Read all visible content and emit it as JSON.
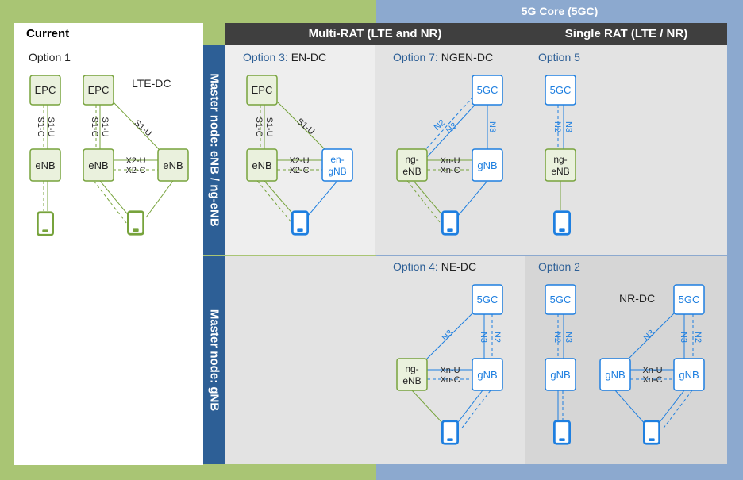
{
  "colors": {
    "lte_green": "#77A33C",
    "lte_fill": "#EAF1DD",
    "nr_blue": "#1E7FE0",
    "nr_text": "#1E7FE0",
    "green_frame": "#A9C574",
    "blue_frame": "#8CA9CF",
    "dark_header": "#3F3F3F",
    "side_header": "#2D5F96",
    "panel_a": "#EEEEEE",
    "panel_b": "#E3E3E3",
    "panel_c": "#D6D6D6",
    "option_label": "#2D5F96"
  },
  "header": {
    "top_title": "5G Core (5GC)",
    "current": "Current",
    "multi_rat": "Multi-RAT (LTE and NR)",
    "single_rat": "Single RAT (LTE / NR)"
  },
  "side": {
    "master_enb": "Master node: eNB / ng-eNB",
    "master_gnb": "Master node: gNB"
  },
  "options": {
    "opt1": "Option 1",
    "lte_dc": "LTE-DC",
    "opt3_num": "Option 3:",
    "opt3_name": "EN-DC",
    "opt7_num": "Option 7:",
    "opt7_name": "NGEN-DC",
    "opt5": "Option 5",
    "opt4_num": "Option 4:",
    "opt4_name": "NE-DC",
    "opt2": "Option 2",
    "nr_dc": "NR-DC"
  },
  "nodes": {
    "epc": "EPC",
    "enb": "eNB",
    "core5g": "5GC",
    "gnb": "gNB",
    "en_gnb_1": "en-",
    "en_gnb_2": "gNB",
    "ng_enb_1": "ng-",
    "ng_enb_2": "eNB"
  },
  "interfaces": {
    "s1u": "S1-U",
    "s1c": "S1-C",
    "x2u": "X2-U",
    "x2c": "X2-C",
    "xnu": "Xn-U",
    "xnc": "Xn-C",
    "n2": "N2",
    "n3": "N3"
  }
}
